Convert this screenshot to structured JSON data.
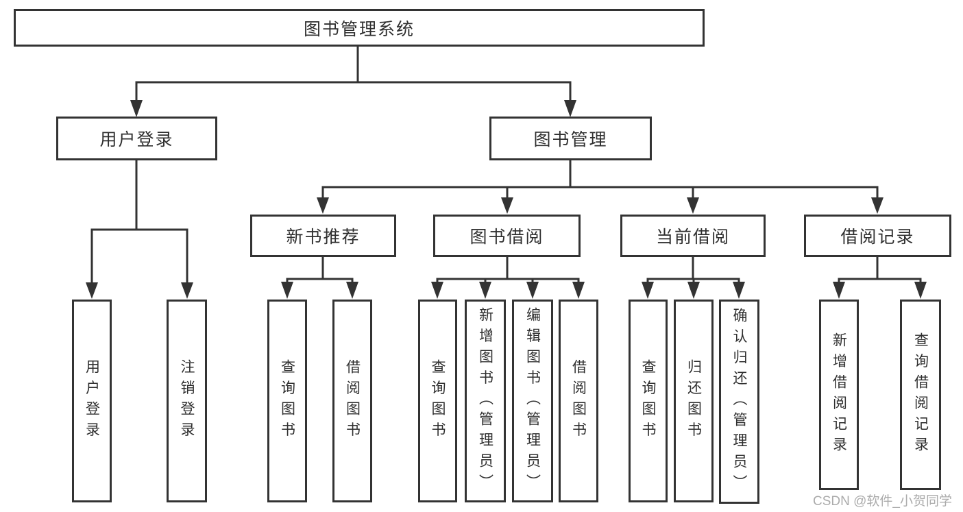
{
  "diagram": {
    "root": {
      "label": "图书管理系统"
    },
    "level2": [
      {
        "label": "用户登录"
      },
      {
        "label": "图书管理"
      }
    ],
    "level3": [
      {
        "label": "新书推荐"
      },
      {
        "label": "图书借阅"
      },
      {
        "label": "当前借阅"
      },
      {
        "label": "借阅记录"
      }
    ],
    "leaves": {
      "user_login": [
        "用户登录",
        "注销登录"
      ],
      "new_book": [
        "查询图书",
        "借阅图书"
      ],
      "book_borrow": [
        "查询图书",
        "新增图书（管理员）",
        "编辑图书（管理员）",
        "借阅图书"
      ],
      "current_borrow": [
        "查询图书",
        "归还图书",
        "确认归还（管理员）"
      ],
      "borrow_record": [
        "新增借阅记录",
        "查询借阅记录"
      ]
    },
    "watermark": "CSDN @软件_小贺同学",
    "colors": {
      "line": "#333333",
      "text": "#2f2f2f",
      "watermark": "#ababab",
      "background": "#ffffff"
    }
  }
}
